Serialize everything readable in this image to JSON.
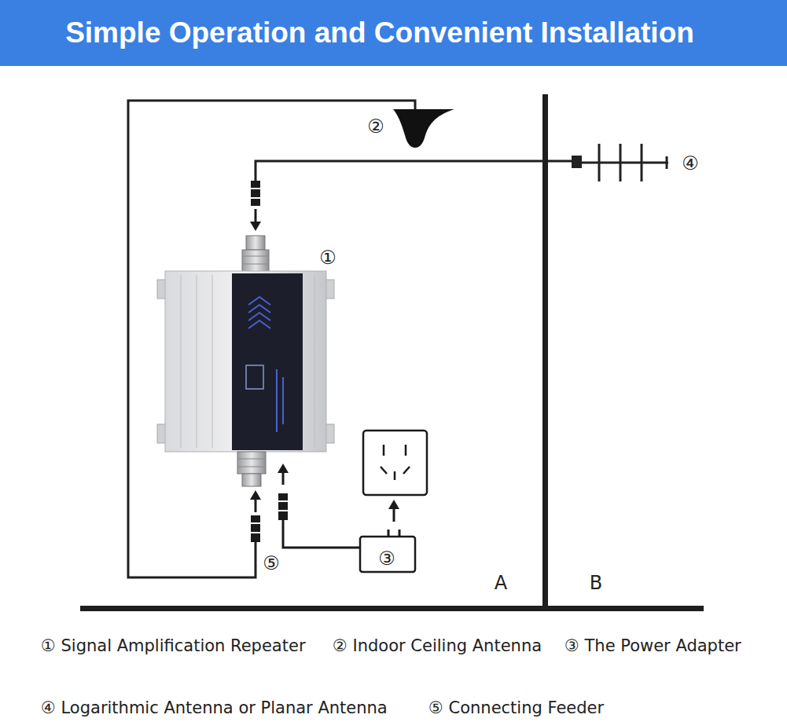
{
  "diagram": {
    "title": "Simple Operation and Convenient Installation",
    "labels": [
      "②",
      "④",
      "①",
      "③",
      "⑤",
      "A",
      "B",
      "① Signal Amplification Repeater",
      "② Indoor Ceiling Antenna",
      "③ The Power Adapter",
      "④ Logarithmic Antenna or Planar Antenna",
      "⑤ Connecting Feeder"
    ]
  }
}
